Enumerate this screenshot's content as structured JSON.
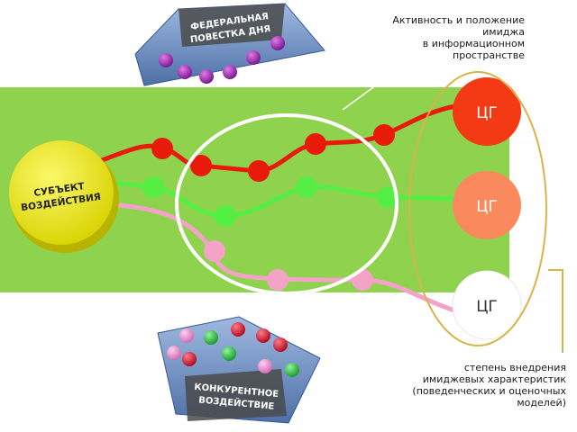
{
  "federal_agenda": {
    "label_line1": "ФЕДЕРАЛЬНАЯ",
    "label_line2": "ПОВЕСТКА ДНЯ"
  },
  "competitive_influence": {
    "label_line1": "КОНКУРЕНТНОЕ",
    "label_line2": "ВОЗДЕЙСТВИЕ"
  },
  "subject": {
    "label_line1": "СУБЪЕКТ",
    "label_line2": "ВОЗДЕЙСТВИЯ"
  },
  "target_groups": [
    {
      "label": "ЦГ",
      "color": "#f43a14"
    },
    {
      "label": "ЦГ",
      "color": "#fa8a5e"
    },
    {
      "label": "ЦГ",
      "color": "#ffffff"
    }
  ],
  "annotations": {
    "activity": [
      "Активность и положение",
      "имиджа",
      "в информационном",
      "пространстве"
    ],
    "penetration": [
      "степень внедрения",
      "имиджевых характеристик",
      "(поведенческих и оценочных",
      "моделей)"
    ]
  },
  "colors": {
    "field": "#8fd24e",
    "red_line": "#e81a0a",
    "green_line": "#55ee44",
    "pink_line": "#f2a3c6",
    "focus_circle": "#ffffff",
    "ellipse": "#d9b24a",
    "subject": "#f0ec14",
    "agenda_box": "#6a8ec4"
  }
}
